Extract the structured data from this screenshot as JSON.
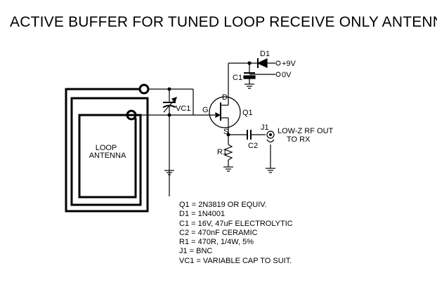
{
  "title": "ACTIVE BUFFER FOR TUNED LOOP RECEIVE ONLY ANTENNA",
  "labels": {
    "d1": "D1",
    "plus9v": "+9V",
    "zero_v": "0V",
    "c1": "C1",
    "d": "D",
    "g": "G",
    "s": "S",
    "q1": "Q1",
    "vc1": "VC1",
    "j1": "J1",
    "output_line1": "LOW-Z RF OUT",
    "output_line2": "TO RX",
    "c2": "C2",
    "r1": "R1",
    "loop_line1": "LOOP",
    "loop_line2": "ANTENNA"
  },
  "parts_list": [
    "Q1 = 2N3819 OR EQUIV.",
    "D1 = 1N4001",
    "C1 = 16V, 47uF ELECTROLYTIC",
    "C2 = 470nF CERAMIC",
    "R1 = 470R, 1/4W, 5%",
    "J1 = BNC",
    "VC1 = VARIABLE CAP TO SUIT."
  ],
  "colors": {
    "ink": "#000000",
    "background": "#ffffff"
  }
}
